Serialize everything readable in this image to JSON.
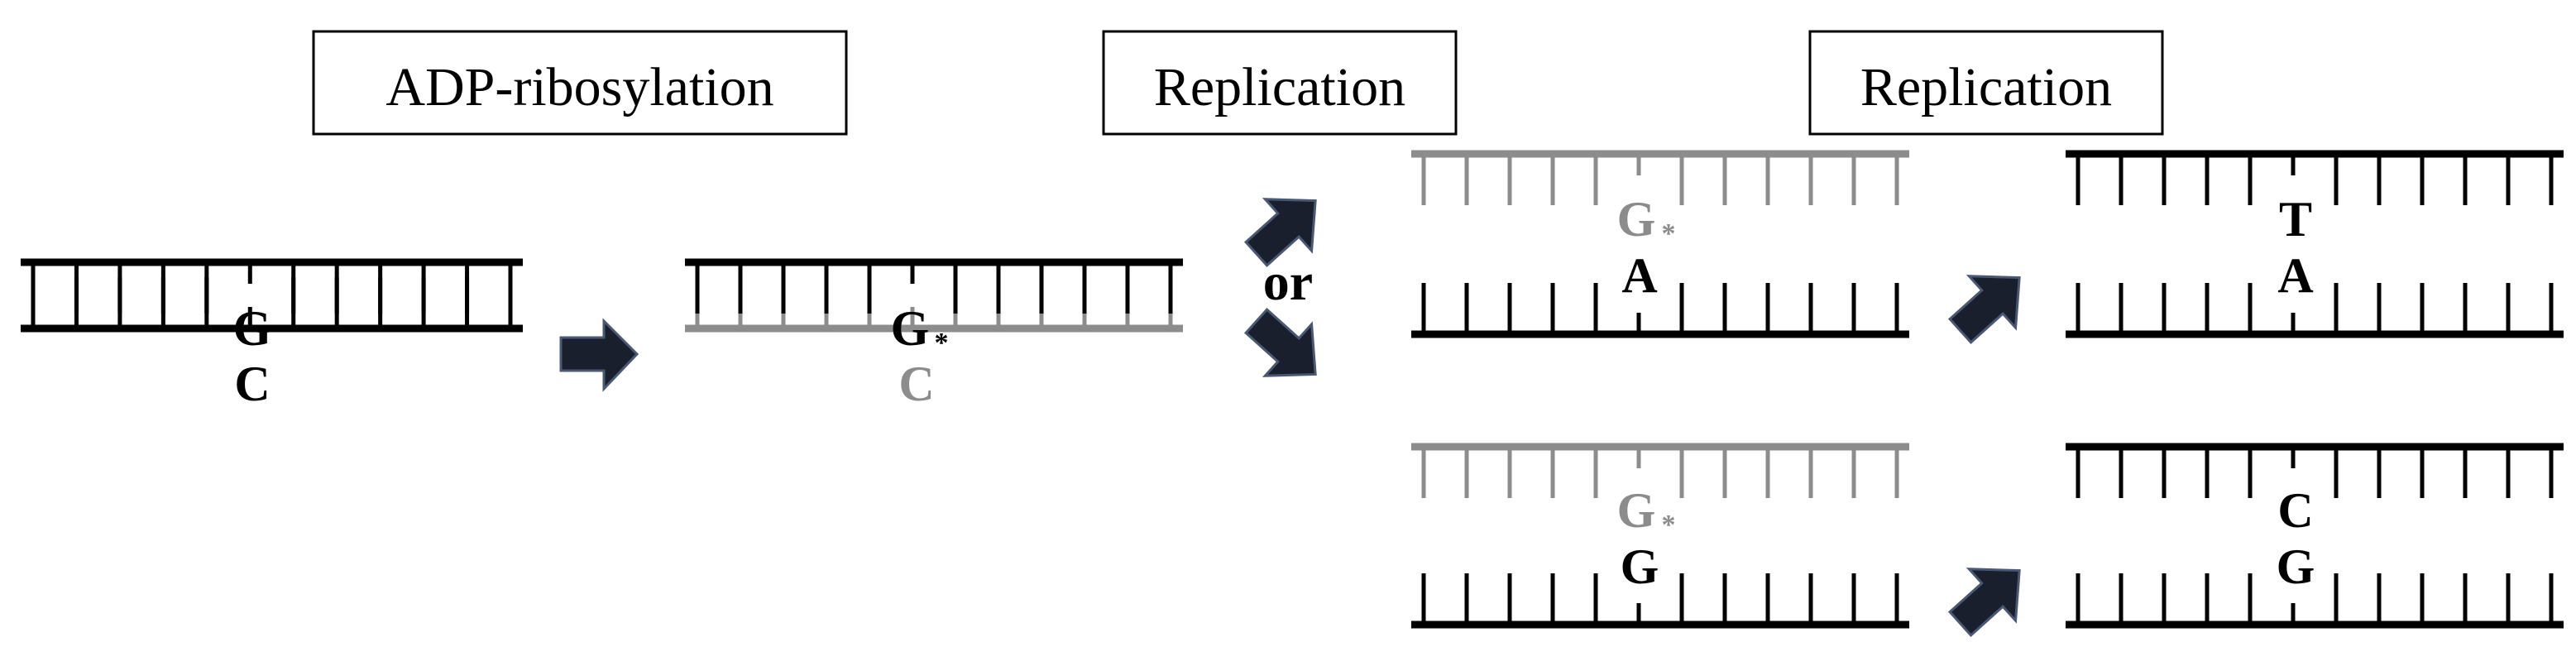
{
  "colors": {
    "black": "#000000",
    "gray": "#8c8c8c",
    "arrow": "#1a1f2e",
    "arrow_outline": "#4a5873"
  },
  "labels": {
    "adp_ribosylation": "ADP-ribosylation",
    "replication_1": "Replication",
    "replication_2": "Replication",
    "or": "or"
  },
  "modification_mark": "*",
  "duplexes": {
    "original": {
      "top_base": "G",
      "bottom_base": "C",
      "top_strand": "black",
      "bottom_strand": "black"
    },
    "modified": {
      "top_base": "G",
      "top_modified": true,
      "bottom_base": "C",
      "top_strand": "black",
      "bottom_strand": "gray"
    },
    "upper_product": {
      "top_base": "G",
      "top_modified": true,
      "bottom_base": "A",
      "top_strand": "gray",
      "bottom_strand": "black"
    },
    "lower_product": {
      "top_base": "G",
      "top_modified": true,
      "bottom_base": "G",
      "top_strand": "gray",
      "bottom_strand": "black"
    },
    "upper_final": {
      "top_base": "T",
      "bottom_base": "A",
      "top_strand": "black",
      "bottom_strand": "black"
    },
    "lower_final": {
      "top_base": "C",
      "bottom_base": "G",
      "top_strand": "black",
      "bottom_strand": "black"
    }
  },
  "icons": [
    "right-arrow-icon",
    "up-right-arrow-icon",
    "down-right-arrow-icon"
  ]
}
